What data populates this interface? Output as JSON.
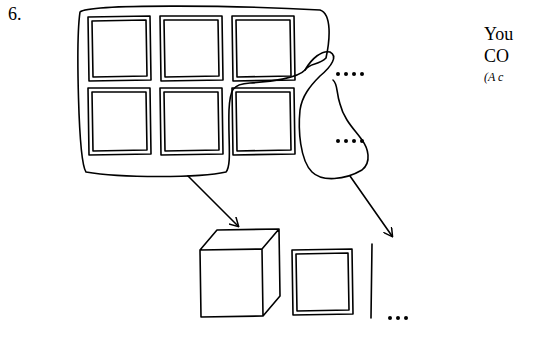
{
  "diagram": {
    "labels": [
      "6.",
      "You",
      "CO",
      "(A c"
    ]
  }
}
